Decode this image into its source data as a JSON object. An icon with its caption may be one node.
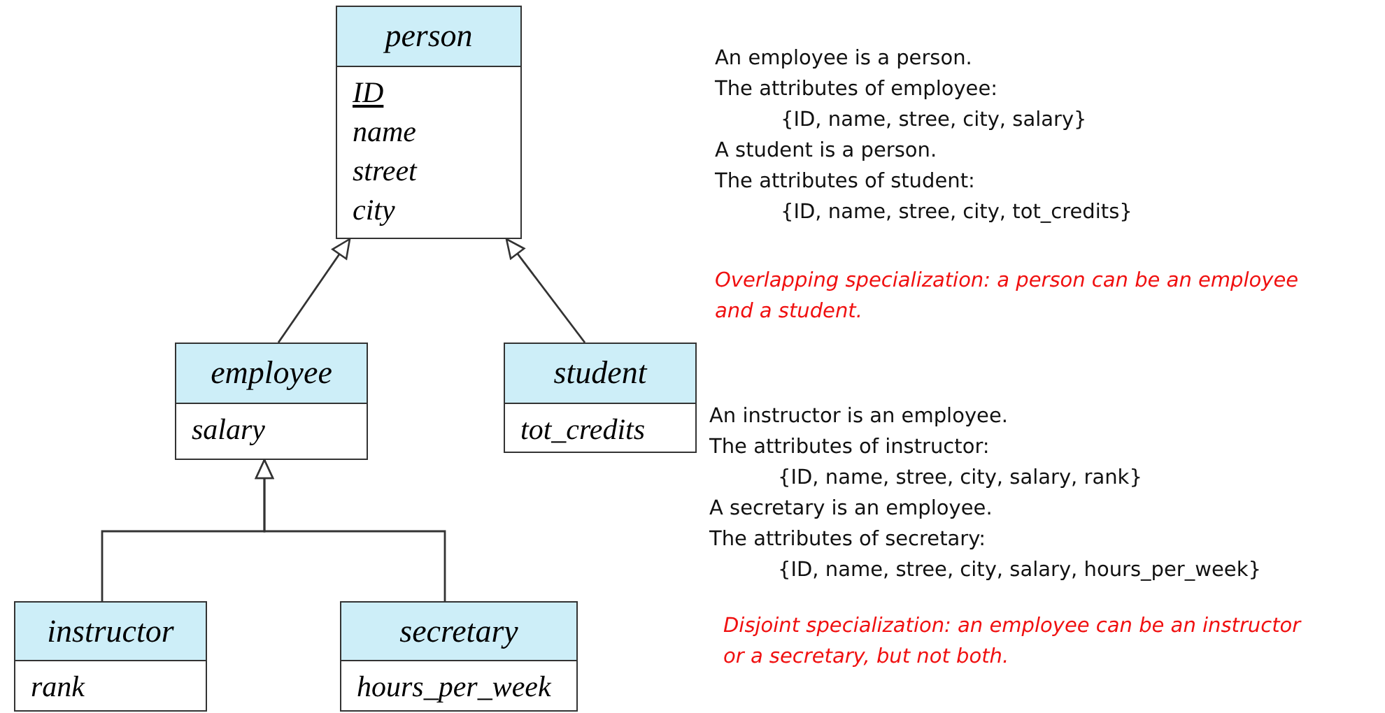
{
  "diagram": {
    "nodes": [
      {
        "text": [
          "person",
          "ID",
          "name",
          "street",
          "city"
        ]
      },
      {
        "text": [
          "employee",
          "salary"
        ]
      },
      {
        "text": [
          "student",
          "tot_credits"
        ]
      },
      {
        "text": [
          "instructor",
          "rank"
        ]
      },
      {
        "text": [
          "secretary",
          "hours_per_week"
        ]
      }
    ],
    "edges": [
      {
        "from": 1,
        "to": 0,
        "arrow": "to"
      },
      {
        "from": 2,
        "to": 0,
        "arrow": "to"
      },
      {
        "from": 3,
        "to": 1,
        "arrow": "to"
      },
      {
        "from": 4,
        "to": 1,
        "arrow": "to"
      }
    ],
    "labels": [
      "An employee is a person.",
      "The attributes of employee:",
      "{ID, name, stree, city, salary}",
      "A student is a person.",
      "The attributes of student:",
      "{ID, name, stree, city, tot_credits}",
      "Overlapping specialization: a person can be an employee and a student.",
      "An instructor is an employee.",
      "The attributes of instructor:",
      "{ID, name, stree, city, salary, rank}",
      "A secretary is an employee.",
      "The attributes of secretary:",
      "{ID, name, stree, city, salary, hours_per_week}",
      "Disjoint specialization: an employee can be an instructor or a secretary, but not both."
    ]
  }
}
